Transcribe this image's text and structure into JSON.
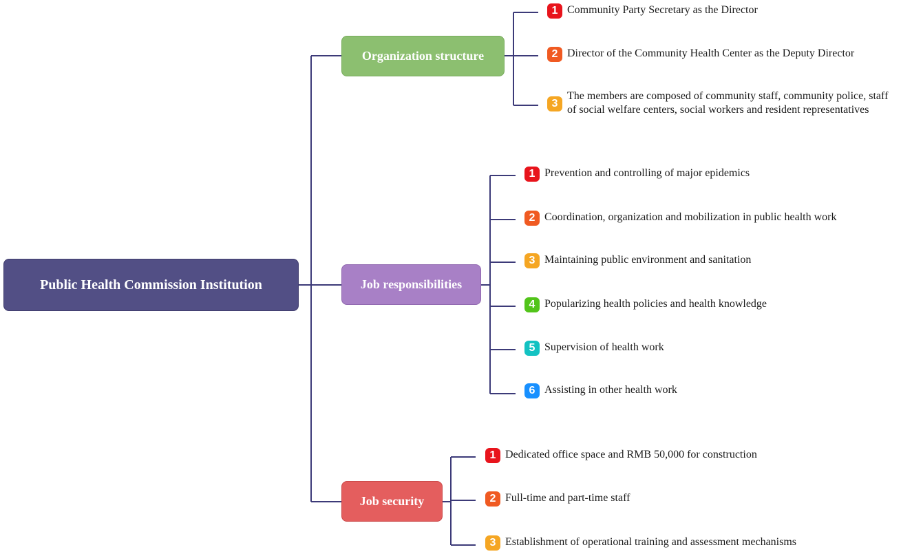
{
  "root": {
    "label": "Public Health Commission Institution"
  },
  "categories": [
    {
      "label": "Organization structure",
      "items": [
        {
          "num": "1",
          "text": "Community Party Secretary as the Director"
        },
        {
          "num": "2",
          "text": "Director of the Community Health Center as the Deputy Director"
        },
        {
          "num": "3",
          "text": "The members are composed of community staff, community police, staff of social welfare centers, social workers and resident representatives"
        }
      ]
    },
    {
      "label": "Job responsibilities",
      "items": [
        {
          "num": "1",
          "text": "Prevention and controlling of major epidemics"
        },
        {
          "num": "2",
          "text": "Coordination, organization and mobilization in public health work"
        },
        {
          "num": "3",
          "text": "Maintaining public environment and sanitation"
        },
        {
          "num": "4",
          "text": "Popularizing health policies and  health knowledge"
        },
        {
          "num": "5",
          "text": "Supervision of health work"
        },
        {
          "num": "6",
          "text": "Assisting in other health work"
        }
      ]
    },
    {
      "label": "Job security",
      "items": [
        {
          "num": "1",
          "text": "Dedicated office space and RMB 50,000 for construction"
        },
        {
          "num": "2",
          "text": "Full-time and part-time staff"
        },
        {
          "num": "3",
          "text": "Establishment of operational training and assessment mechanisms"
        }
      ]
    }
  ],
  "colors": {
    "connector": "#3c3a78",
    "root": "#524f85",
    "category_org": "#8cbf70",
    "category_job": "#a880c6",
    "category_security": "#e45e5e",
    "badge_1": "#e8141c",
    "badge_2": "#f05a22",
    "badge_3": "#f5a623",
    "badge_4": "#52c41a",
    "badge_5": "#13c2c2",
    "badge_6": "#1890ff"
  }
}
